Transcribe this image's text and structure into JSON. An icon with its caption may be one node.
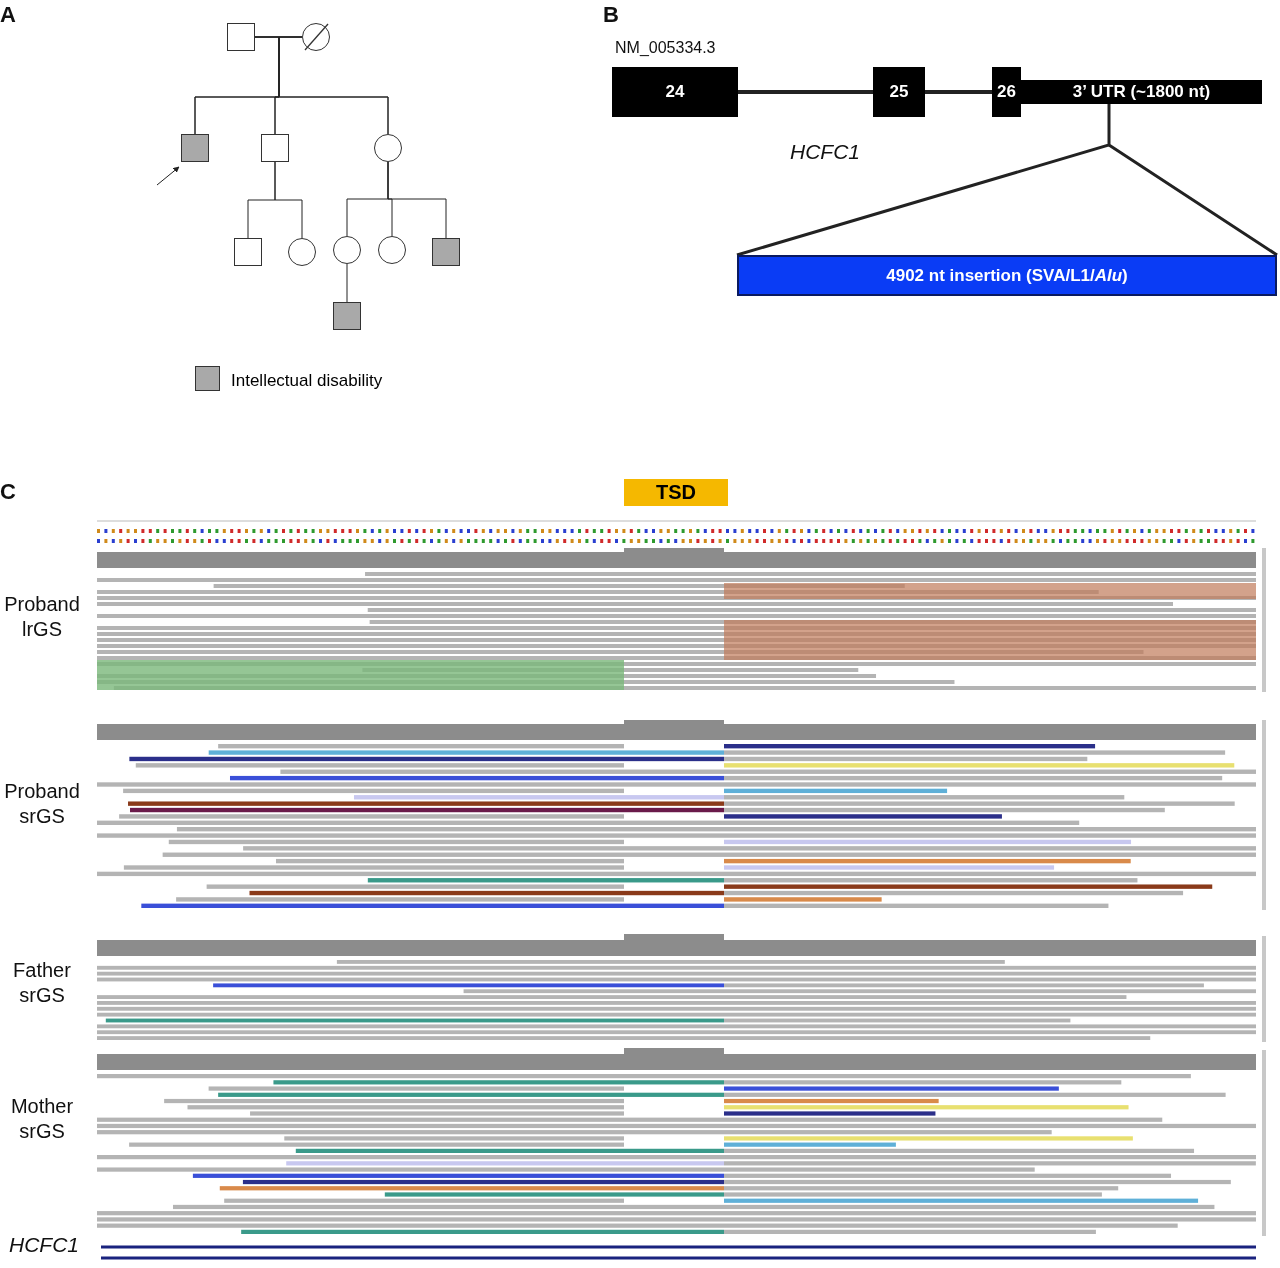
{
  "diagram": {
    "nodes": [
      {
        "text": [],
        "shape": "box"
      },
      {
        "text": [],
        "shape": "circle"
      },
      {
        "text": [],
        "shape": "box"
      },
      {
        "text": [],
        "shape": "box"
      },
      {
        "text": [],
        "shape": "circle"
      },
      {
        "text": [],
        "shape": "box"
      },
      {
        "text": [],
        "shape": "circle"
      },
      {
        "text": [],
        "shape": "circle"
      },
      {
        "text": [],
        "shape": "circle"
      },
      {
        "text": [],
        "shape": "box"
      },
      {
        "text": [],
        "shape": "box"
      },
      {
        "text": [
          "24"
        ]
      },
      {
        "text": [
          "25"
        ]
      },
      {
        "text": [
          "26"
        ]
      },
      {
        "text": [
          "3’ UTR (~1800 nt)"
        ]
      },
      {
        "text": [
          "4902 nt insertion (SVA/L1/*Alu*)"
        ]
      },
      {
        "text": [
          "TSD"
        ]
      }
    ],
    "edges": [
      {
        "from": 0,
        "to": 1,
        "arrow": "none"
      },
      {
        "from": 0,
        "to": 2,
        "arrow": "none"
      },
      {
        "from": 0,
        "to": 3,
        "arrow": "none"
      },
      {
        "from": 0,
        "to": 4,
        "arrow": "none"
      },
      {
        "from": 1,
        "to": 2,
        "arrow": "none"
      },
      {
        "from": 1,
        "to": 3,
        "arrow": "none"
      },
      {
        "from": 1,
        "to": 4,
        "arrow": "none"
      },
      {
        "from": 3,
        "to": 5,
        "arrow": "none"
      },
      {
        "from": 3,
        "to": 6,
        "arrow": "none"
      },
      {
        "from": 4,
        "to": 7,
        "arrow": "none"
      },
      {
        "from": 4,
        "to": 8,
        "arrow": "none"
      },
      {
        "from": 4,
        "to": 9,
        "arrow": "none"
      },
      {
        "from": 7,
        "to": 10,
        "arrow": "none"
      },
      {
        "from": null,
        "to": 2,
        "arrow": "to"
      },
      {
        "from": 11,
        "to": 12,
        "arrow": "none",
        "style": "thick"
      },
      {
        "from": 12,
        "to": 13,
        "arrow": "none",
        "style": "thick"
      },
      {
        "from": 14,
        "to": 15,
        "arrow": "none",
        "style": "thick"
      }
    ],
    "labels": [
      "A",
      "B",
      "NM_005334.3",
      "HCFC1",
      "C",
      "Proband lrGS",
      "Proband srGS",
      "Father srGS",
      "Mother srGS",
      "HCFC1"
    ],
    "legend": [
      {
        "text": "Intellectual disability",
        "color": "#a9a9a9"
      }
    ]
  }
}
